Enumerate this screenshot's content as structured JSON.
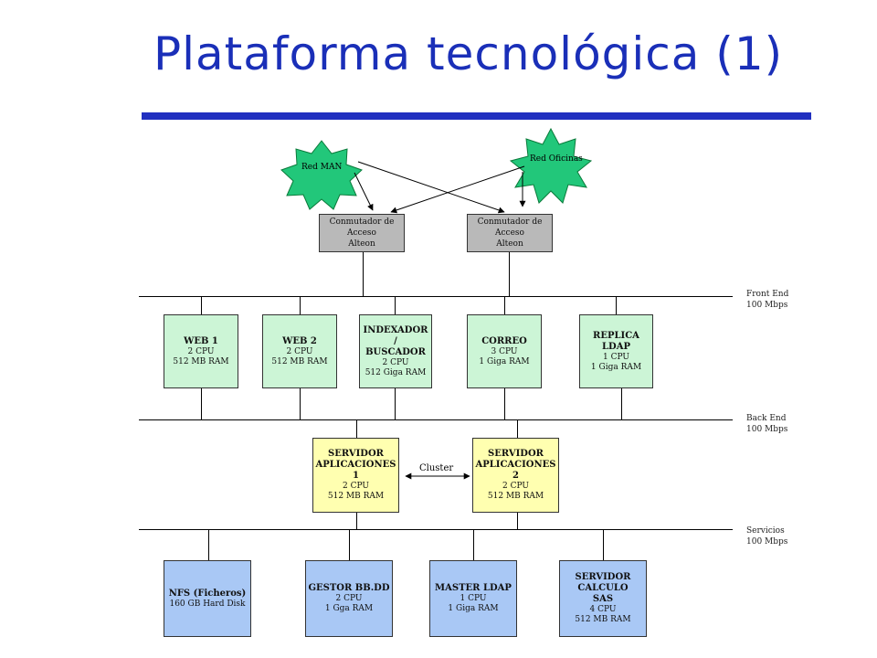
{
  "title": "Plataforma tecnológica (1)",
  "clouds": {
    "man": "Red MAN",
    "oficinas": "Red Oficinas"
  },
  "switches": [
    {
      "line1": "Conmutador de Acceso",
      "line2": "Alteon"
    },
    {
      "line1": "Conmutador de Acceso",
      "line2": "Alteon"
    }
  ],
  "buses": {
    "front_end": {
      "line1": "Front End",
      "line2": "100 Mbps"
    },
    "back_end": {
      "line1": "Back End",
      "line2": "100 Mbps"
    },
    "servicios": {
      "line1": "Servicios",
      "line2": "100 Mbps"
    }
  },
  "front_servers": [
    {
      "name": "WEB 1",
      "spec1": "2 CPU",
      "spec2": "512 MB RAM"
    },
    {
      "name": "WEB 2",
      "spec1": "2 CPU",
      "spec2": "512 MB RAM"
    },
    {
      "name": "INDEXADOR /\nBUSCADOR",
      "spec1": "2 CPU",
      "spec2": "512 Giga RAM"
    },
    {
      "name": "CORREO",
      "spec1": "3 CPU",
      "spec2": "1 Giga RAM"
    },
    {
      "name": "REPLICA LDAP",
      "spec1": "1 CPU",
      "spec2": "1 Giga RAM"
    }
  ],
  "app_servers": [
    {
      "name": "SERVIDOR\nAPLICACIONES 1",
      "spec1": "2 CPU",
      "spec2": "512 MB RAM"
    },
    {
      "name": "SERVIDOR\nAPLICACIONES 2",
      "spec1": "2 CPU",
      "spec2": "512 MB RAM"
    }
  ],
  "cluster_label": "Cluster",
  "service_servers": [
    {
      "name": "NFS (Ficheros)",
      "spec1": "160 GB Hard Disk",
      "spec2": ""
    },
    {
      "name": "GESTOR BB.DD",
      "spec1": "2 CPU",
      "spec2": "1 Gga RAM"
    },
    {
      "name": "MASTER LDAP",
      "spec1": "1 CPU",
      "spec2": "1 Giga RAM"
    },
    {
      "name": "SERVIDOR\nCALCULO\nSAS",
      "spec1": "4 CPU",
      "spec2": "512 MB RAM"
    }
  ],
  "colors": {
    "title": "#1a2fb8",
    "cloud": "#22c77a",
    "front_box": "#ccf5d6",
    "app_box": "#ffffb0",
    "service_box": "#a9c8f5",
    "switch_box": "#b9b9b9"
  }
}
